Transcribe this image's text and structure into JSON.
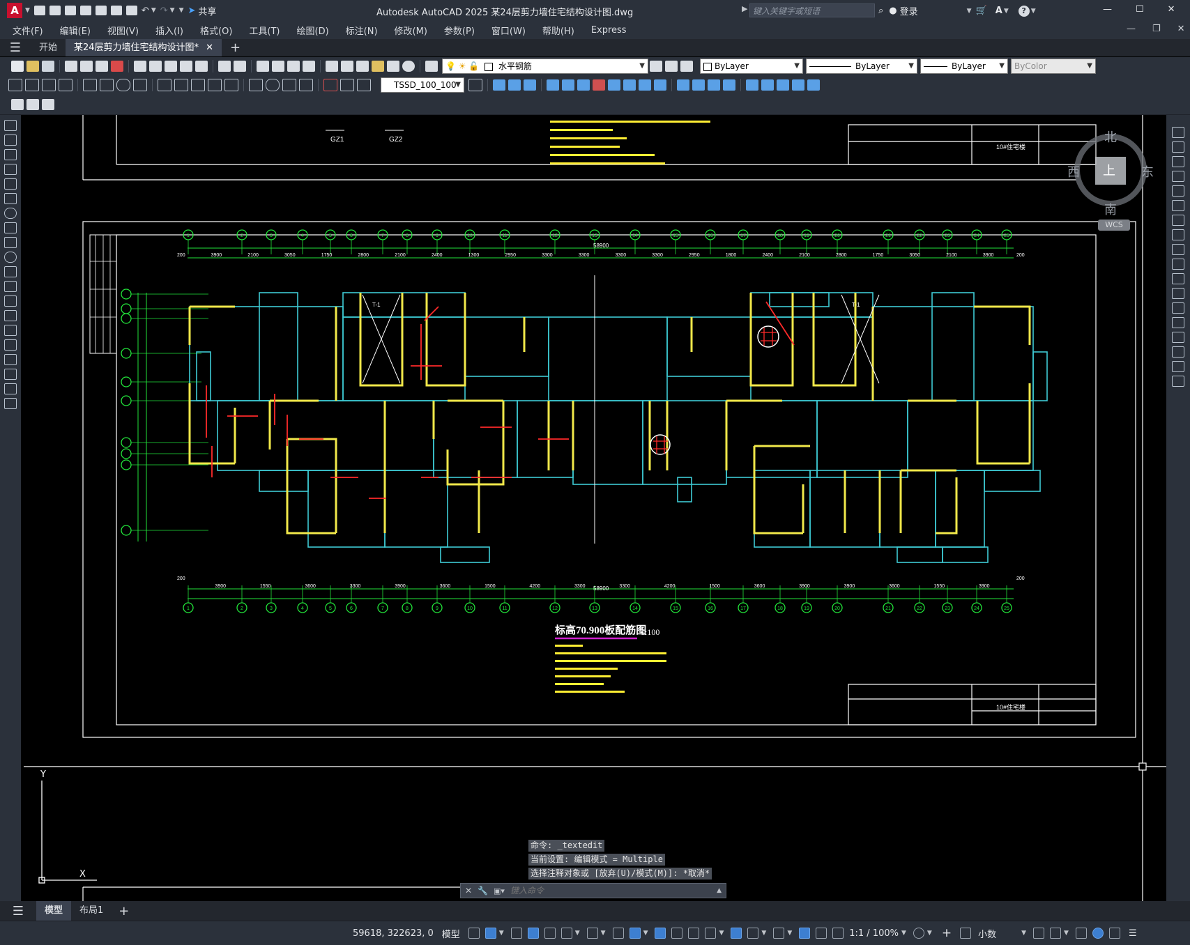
{
  "titlebar": {
    "logo": "A",
    "share_label": "共享",
    "app_title": "Autodesk AutoCAD 2025    某24层剪力墙住宅结构设计图.dwg",
    "search_placeholder": "键入关键字或短语",
    "login_label": "登录"
  },
  "menubar": {
    "items": [
      "文件(F)",
      "编辑(E)",
      "视图(V)",
      "插入(I)",
      "格式(O)",
      "工具(T)",
      "绘图(D)",
      "标注(N)",
      "修改(M)",
      "参数(P)",
      "窗口(W)",
      "帮助(H)",
      "Express"
    ]
  },
  "tabs": {
    "start": "开始",
    "doc": "某24层剪力墙住宅结构设计图*"
  },
  "toolbar": {
    "layer_name": "水平钢筋",
    "color": "ByLayer",
    "linetype": "ByLayer",
    "lineweight": "ByLayer",
    "plotstyle": "ByColor",
    "dimstyle": "TSSD_100_100"
  },
  "viewcube": {
    "north": "北",
    "south": "南",
    "east": "东",
    "west": "西",
    "top": "上",
    "wcs": "WCS"
  },
  "drawing": {
    "top_sheet_label": "10#住宅楼",
    "bottom_sheet_label": "10#住宅楼",
    "gz1": "GZ1",
    "gz2": "GZ2",
    "plan_title": "标高70.900板配筋图",
    "plan_scale": "1:100",
    "overall_dim": "58900",
    "top_axes": [
      "1",
      "2",
      "3",
      "4",
      "5",
      "6",
      "7",
      "8",
      "9",
      "10",
      "11",
      "12",
      "13",
      "14",
      "15",
      "16",
      "17",
      "18",
      "19",
      "20",
      "21",
      "22",
      "23",
      "24",
      "25"
    ],
    "top_dims": [
      "3900",
      "2100",
      "3050",
      "1750",
      "2800",
      "2100",
      "2400",
      "1300",
      "2950",
      "3300",
      "3300",
      "3300",
      "3300",
      "2950",
      "1800",
      "2400",
      "2100",
      "2800",
      "1750",
      "3050",
      "2100",
      "3900"
    ],
    "bottom_dims": [
      "3900",
      "1550",
      "3600",
      "3300",
      "3900",
      "3600",
      "1500",
      "4200",
      "3300",
      "3300",
      "4200",
      "1500",
      "3600",
      "3900",
      "3900",
      "3600",
      "1550",
      "3900"
    ],
    "edge_dim": "200",
    "stair_label": "T-1"
  },
  "command": {
    "line1": "命令: _textedit",
    "line2": "当前设置: 编辑模式 = Multiple",
    "line3": "选择注释对象或 [放弃(U)/模式(M)]: *取消*",
    "input_placeholder": "键入命令"
  },
  "layout_tabs": {
    "model": "模型",
    "layout1": "布局1"
  },
  "statusbar": {
    "coords": "59618, 322623, 0",
    "space": "模型",
    "scale": "1:1 / 100%",
    "units": "小数"
  },
  "colors": {
    "chrome": "#2b313b",
    "wall_yellow": "#f1e84a",
    "beam_cyan": "#3ecbd4",
    "axis_green": "#22e33a",
    "rebar_red": "#ff2a2a",
    "frame_white": "#ffffff"
  }
}
